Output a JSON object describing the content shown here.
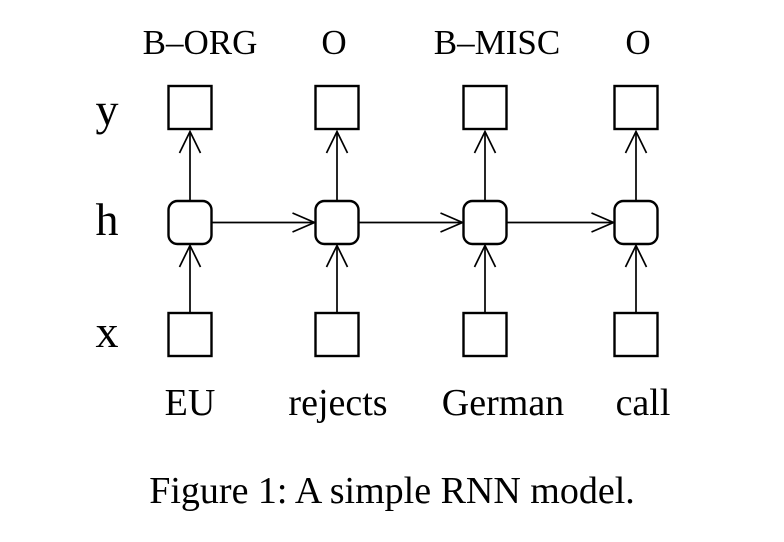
{
  "figure": {
    "caption": "Figure 1: A simple RNN model.",
    "output_tags": [
      "B–ORG",
      "O",
      "B–MISC",
      "O"
    ],
    "layer_labels": {
      "output": "y",
      "hidden": "h",
      "input": "x"
    },
    "input_words": [
      "EU",
      "rejects",
      "German",
      "call"
    ],
    "colors": {
      "stroke": "#000000",
      "background": "#ffffff"
    },
    "structure": {
      "type": "rnn-unrolled",
      "timesteps": 4,
      "node_shapes": {
        "y": "square",
        "h": "rounded-square",
        "x": "square"
      },
      "connections": [
        "x_t -> h_t",
        "h_t -> y_t",
        "h_t -> h_t+1"
      ]
    }
  }
}
